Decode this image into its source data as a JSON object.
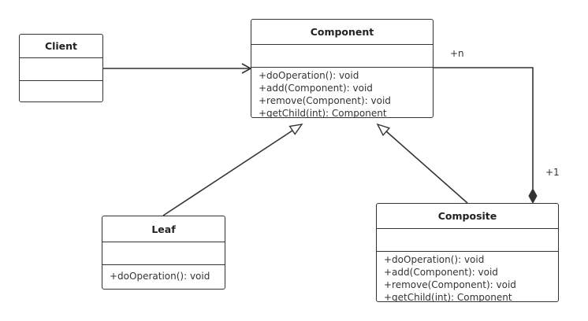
{
  "classes": {
    "client": {
      "name": "Client",
      "operations": []
    },
    "component": {
      "name": "Component",
      "operations": [
        "+doOperation(): void",
        "+add(Component): void",
        "+remove(Component): void",
        "+getChild(int): Component"
      ]
    },
    "leaf": {
      "name": "Leaf",
      "operations": [
        "+doOperation(): void"
      ]
    },
    "composite": {
      "name": "Composite",
      "operations": [
        "+doOperation(): void",
        "+add(Component): void",
        "+remove(Component): void",
        "+getChild(int): Component"
      ]
    }
  },
  "multiplicities": {
    "component_end": "+n",
    "composite_end": "+1"
  },
  "colors": {
    "line": "#333333",
    "text": "#222222",
    "background": "#ffffff"
  }
}
